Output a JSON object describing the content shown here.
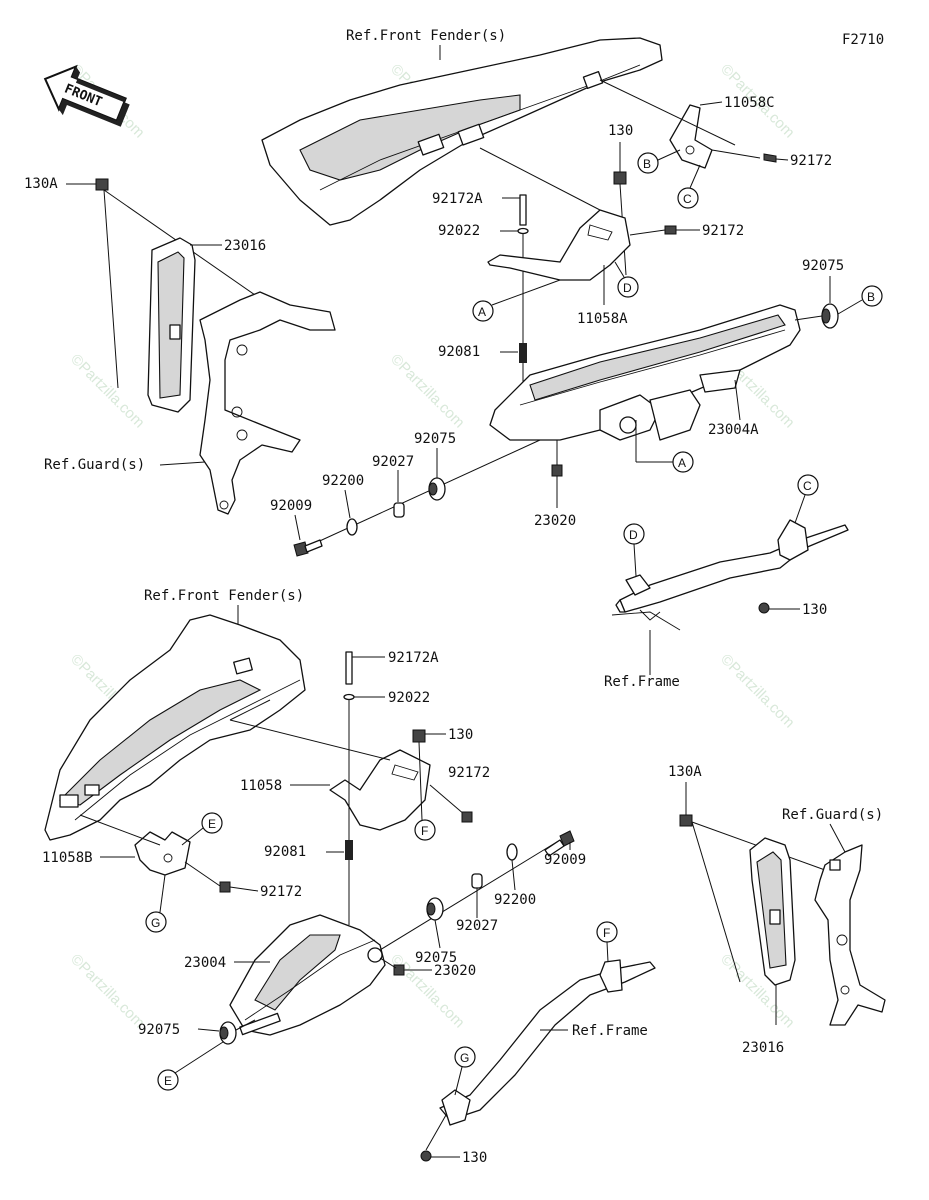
{
  "figure_code": "F2710",
  "front_arrow_label": "FRONT",
  "watermark_text": "©Partzilla.com",
  "callouts": {
    "ref_front_fender_top": "Ref.Front Fender(s)",
    "ref_front_fender_bottom": "Ref.Front Fender(s)",
    "ref_guard_left": "Ref.Guard(s)",
    "ref_guard_right": "Ref.Guard(s)",
    "ref_frame_top": "Ref.Frame",
    "ref_frame_bottom": "Ref.Frame",
    "p11058C": "11058C",
    "p92172_top1": "92172",
    "p130_top": "130",
    "p92172A_top": "92172A",
    "p92022_top": "92022",
    "p92172_top2": "92172",
    "p11058A": "11058A",
    "p92075_top_right": "92075",
    "p130A_left": "130A",
    "p23016_left": "23016",
    "p92081_top": "92081",
    "p23004A": "23004A",
    "p92075_top_mid": "92075",
    "p92027_top": "92027",
    "p92200_top": "92200",
    "p92009_top": "92009",
    "p23020_top": "23020",
    "p130_frame_top": "130",
    "p92172A_bottom": "92172A",
    "p92022_bottom": "92022",
    "p130_bottom_mid": "130",
    "p92172_bottom_mid": "92172",
    "p11058": "11058",
    "p92081_bottom": "92081",
    "p11058B": "11058B",
    "p92172_bottom_left": "92172",
    "p92009_bottom": "92009",
    "p92200_bottom": "92200",
    "p92027_bottom": "92027",
    "p92075_bottom_mid": "92075",
    "p23004": "23004",
    "p23020_bottom": "23020",
    "p92075_bottom_left": "92075",
    "p130A_right": "130A",
    "p23016_right": "23016",
    "p130_frame_bottom": "130"
  },
  "letters": {
    "A1": "A",
    "A2": "A",
    "B1": "B",
    "B2": "B",
    "C1": "C",
    "C2": "C",
    "D1": "D",
    "D2": "D",
    "E1": "E",
    "E2": "E",
    "F1": "F",
    "F2": "F",
    "G1": "G",
    "G2": "G"
  }
}
